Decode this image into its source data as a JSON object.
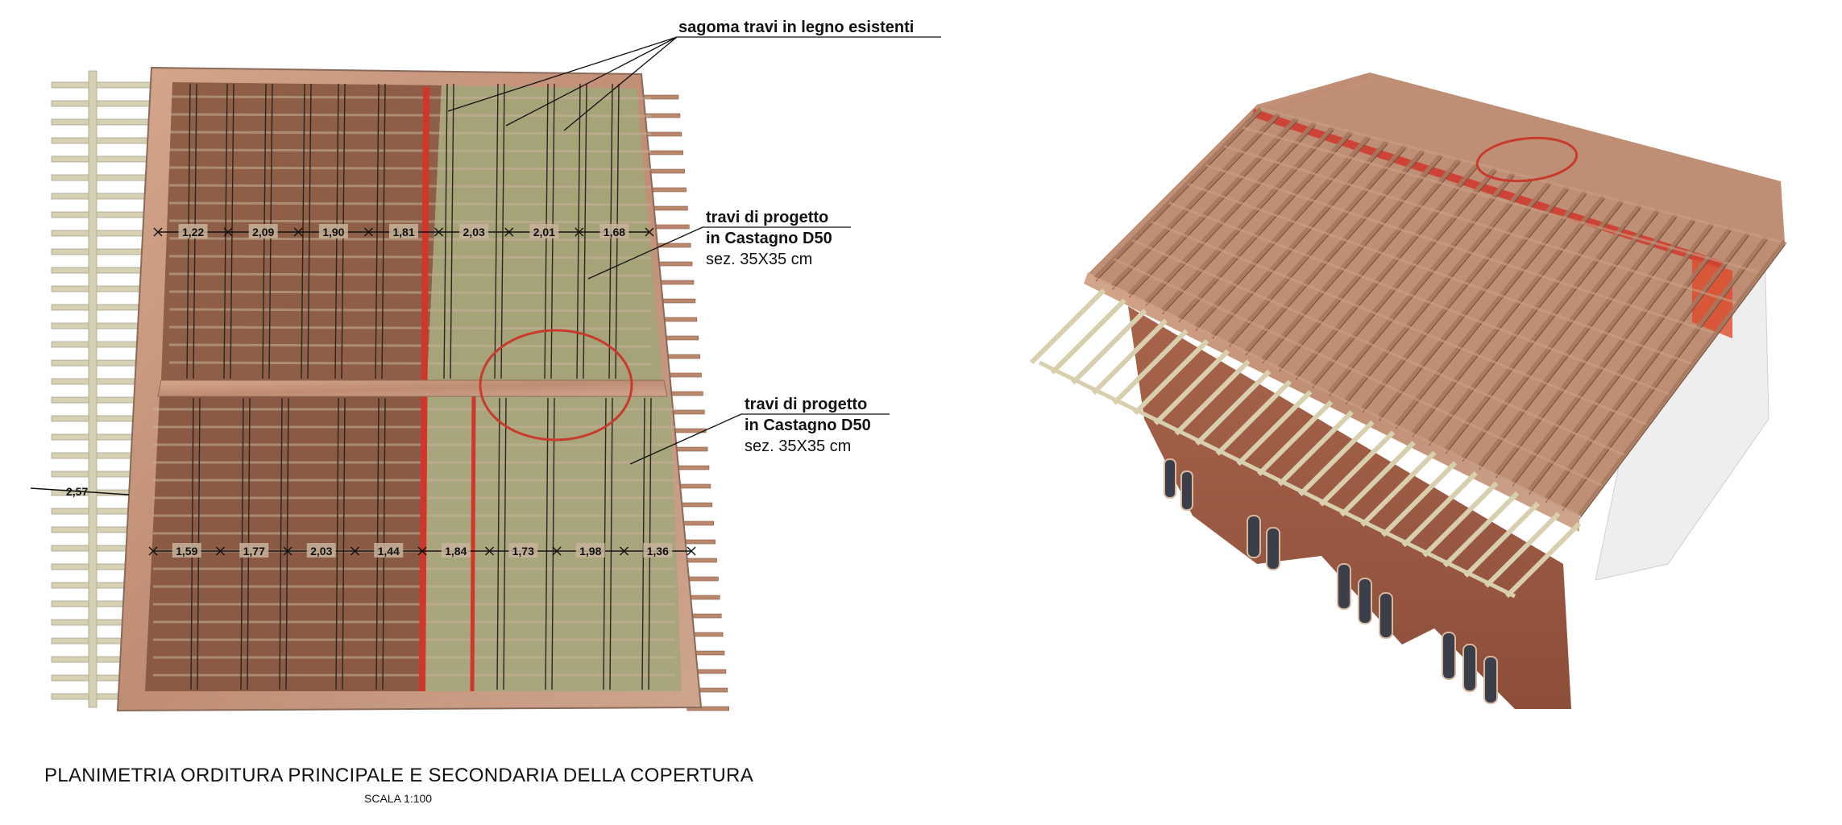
{
  "annotations": {
    "existing_beams": "sagoma travi in legno esistenti",
    "project_beams_top": {
      "line1": "travi di progetto",
      "line2": "in Castagno D50",
      "line3": "sez. 35X35 cm"
    },
    "project_beams_bottom": {
      "line1": "travi di progetto",
      "line2": "in Castagno D50",
      "line3": "sez. 35X35 cm"
    }
  },
  "dimensions": {
    "top_row": [
      "1,22",
      "2,09",
      "1,90",
      "1,81",
      "2,03",
      "2,01",
      "1,68"
    ],
    "bottom_row": [
      "1,59",
      "1,77",
      "2,03",
      "1,44",
      "1,84",
      "1,73",
      "1,98",
      "1,36"
    ],
    "overhang": "2,57"
  },
  "title": "PLANIMETRIA ORDITURA PRINCIPALE E SECONDARIA DELLA COPERTURA",
  "scale": "SCALA 1:100",
  "colors": {
    "wall": "#c99a80",
    "beam_dark": "#8a5a43",
    "beam_green": "#a9a47a",
    "main_beam_red": "#d0362a",
    "light_beam": "#d8d2b8"
  }
}
